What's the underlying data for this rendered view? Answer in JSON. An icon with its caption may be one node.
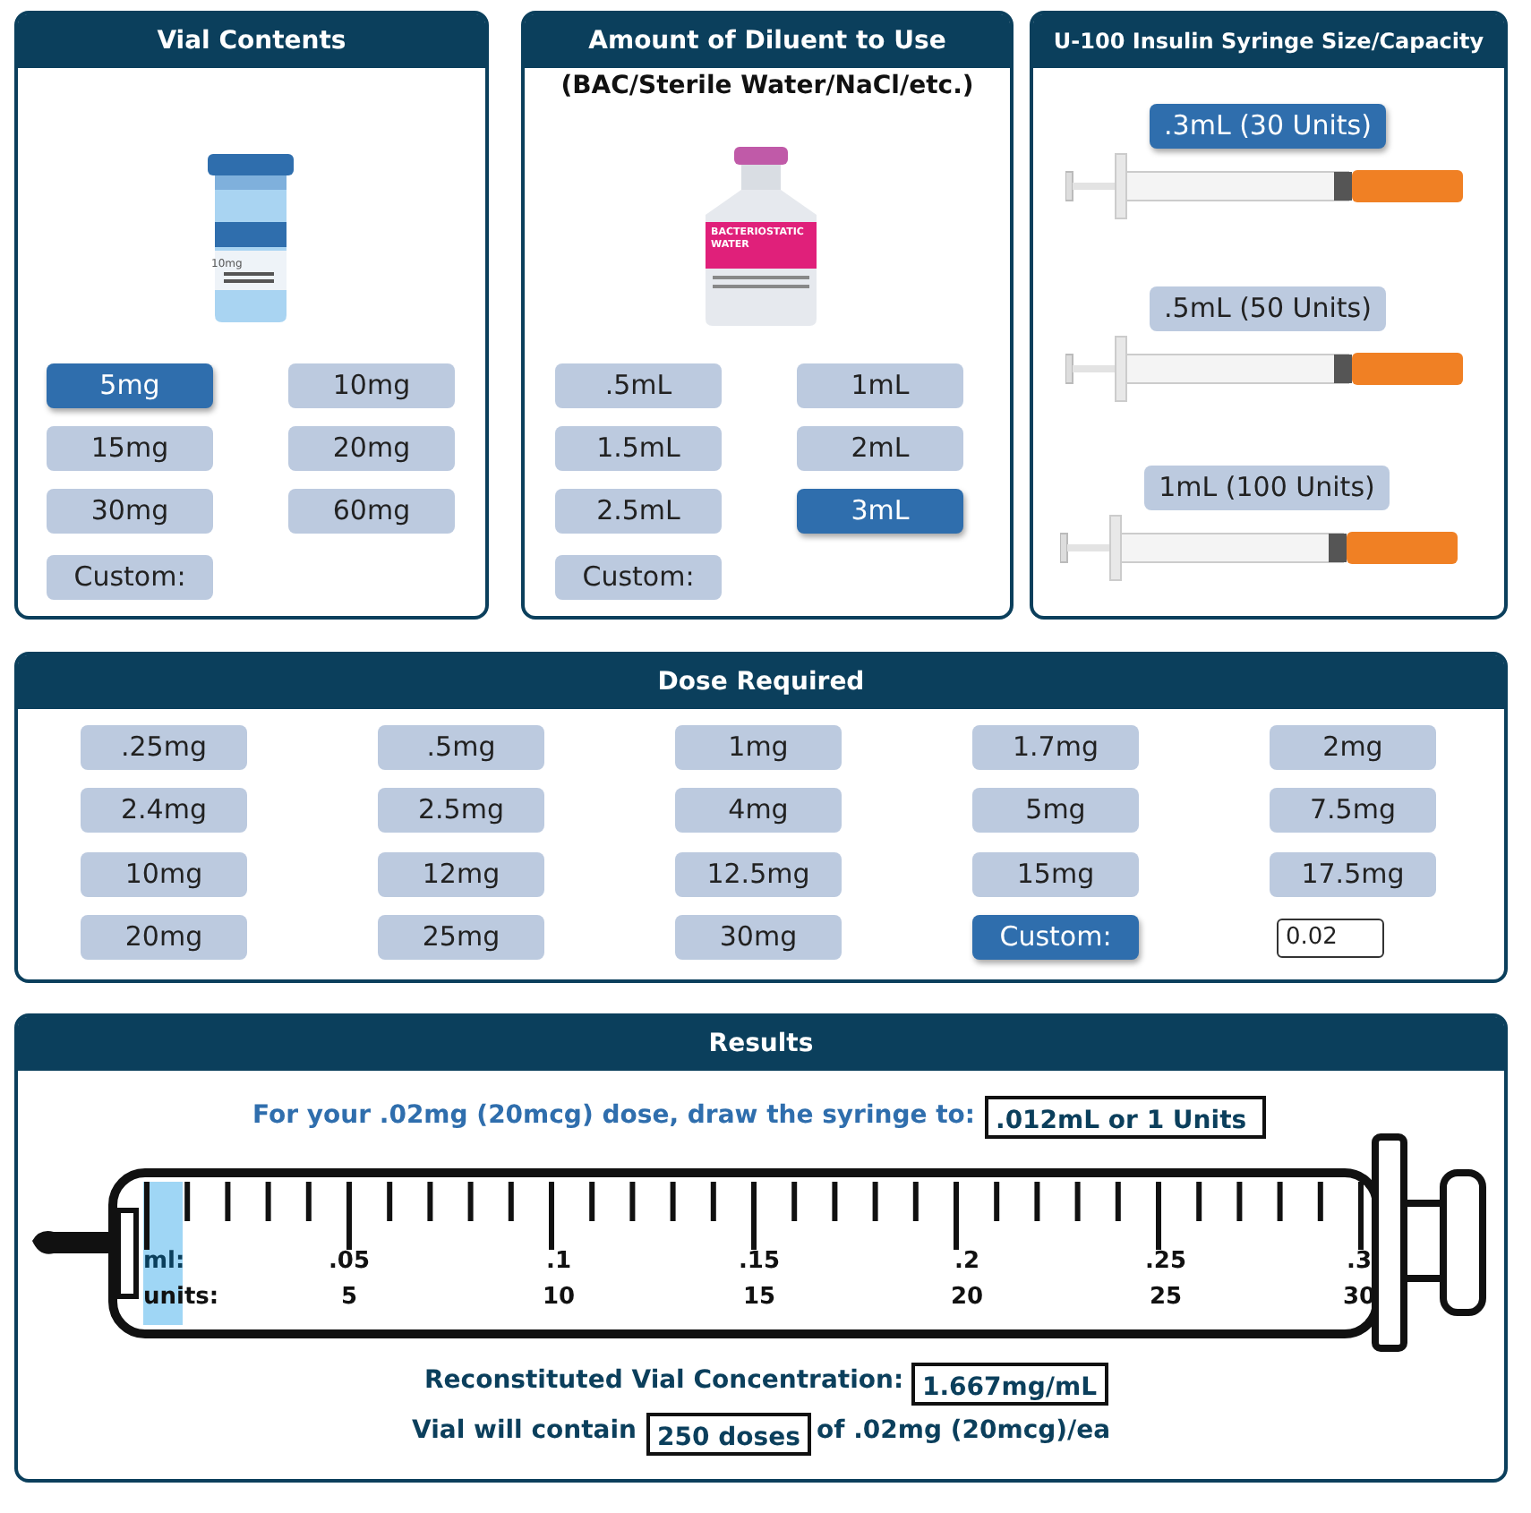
{
  "diagram": {
    "nodes": [
      {
        "text": [
          "Vial Contents"
        ]
      },
      {
        "text": [
          "5mg"
        ],
        "in": 0
      },
      {
        "text": [
          "10mg"
        ],
        "in": 0
      },
      {
        "text": [
          "15mg"
        ],
        "in": 0
      },
      {
        "text": [
          "20mg"
        ],
        "in": 0
      },
      {
        "text": [
          "30mg"
        ],
        "in": 0
      },
      {
        "text": [
          "60mg"
        ],
        "in": 0
      },
      {
        "text": [
          "Custom:"
        ],
        "in": 0
      },
      {
        "text": [
          "Amount of Diluent to Use",
          "(BAC/Sterile Water/NaCl/etc.)"
        ]
      },
      {
        "text": [
          ".5mL"
        ],
        "in": 8
      },
      {
        "text": [
          "1mL"
        ],
        "in": 8
      },
      {
        "text": [
          "1.5mL"
        ],
        "in": 8
      },
      {
        "text": [
          "2mL"
        ],
        "in": 8
      },
      {
        "text": [
          "2.5mL"
        ],
        "in": 8
      },
      {
        "text": [
          "3mL"
        ],
        "in": 8
      },
      {
        "text": [
          "Custom:"
        ],
        "in": 8
      },
      {
        "text": [
          "U-100 Insulin Syringe Size/Capacity"
        ]
      },
      {
        "text": [
          ".3mL (30 Units)"
        ],
        "in": 16
      },
      {
        "text": [
          ".5mL (50 Units)"
        ],
        "in": 16
      },
      {
        "text": [
          "1mL (100 Units)"
        ],
        "in": 16
      },
      {
        "text": [
          "Dose Required"
        ]
      },
      {
        "text": [
          ".25mg"
        ],
        "in": 20
      },
      {
        "text": [
          ".5mg"
        ],
        "in": 20
      },
      {
        "text": [
          "1mg"
        ],
        "in": 20
      },
      {
        "text": [
          "1.7mg"
        ],
        "in": 20
      },
      {
        "text": [
          "2mg"
        ],
        "in": 20
      },
      {
        "text": [
          "2.4mg"
        ],
        "in": 20
      },
      {
        "text": [
          "2.5mg"
        ],
        "in": 20
      },
      {
        "text": [
          "4mg"
        ],
        "in": 20
      },
      {
        "text": [
          "5mg"
        ],
        "in": 20
      },
      {
        "text": [
          "7.5mg"
        ],
        "in": 20
      },
      {
        "text": [
          "10mg"
        ],
        "in": 20
      },
      {
        "text": [
          "12mg"
        ],
        "in": 20
      },
      {
        "text": [
          "12.5mg"
        ],
        "in": 20
      },
      {
        "text": [
          "15mg"
        ],
        "in": 20
      },
      {
        "text": [
          "17.5mg"
        ],
        "in": 20
      },
      {
        "text": [
          "20mg"
        ],
        "in": 20
      },
      {
        "text": [
          "25mg"
        ],
        "in": 20
      },
      {
        "text": [
          "30mg"
        ],
        "in": 20
      },
      {
        "text": [
          "Custom:"
        ],
        "in": 20
      },
      {
        "text": [
          "0.02"
        ],
        "in": 20
      },
      {
        "text": [
          "Results"
        ]
      },
      {
        "text": [
          ".012mL or 1 Units"
        ],
        "in": 41
      },
      {
        "text": [
          "1.667mg/mL"
        ],
        "in": 41
      },
      {
        "text": [
          "250 doses"
        ],
        "in": 41
      }
    ],
    "edges": [],
    "labels": [
      "10mg",
      "BACTERIOSTATIC WATER",
      "For your .02mg (20mcg) dose, draw the syringe to:",
      "ml:",
      ".05",
      ".1",
      ".15",
      ".2",
      ".25",
      ".3",
      "units:",
      "5",
      "10",
      "15",
      "20",
      "25",
      "30",
      "Reconstituted Vial Concentration:",
      "Vial will contain",
      "of .02mg (20mcg)/ea"
    ]
  }
}
